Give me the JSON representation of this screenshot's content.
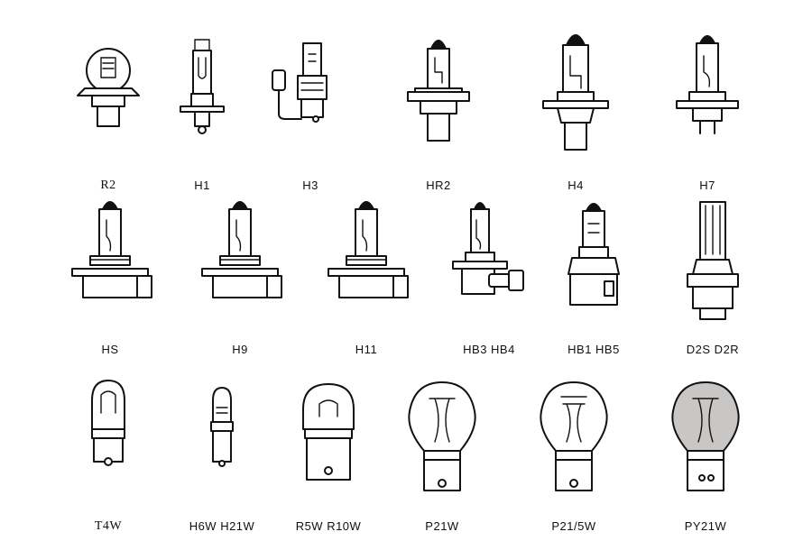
{
  "rows": [
    [
      {
        "id": "r2",
        "label": "R2",
        "icon": "r2-bulb-icon"
      },
      {
        "id": "h1",
        "label": "H1",
        "icon": "h1-bulb-icon"
      },
      {
        "id": "h3",
        "label": "H3",
        "icon": "h3-bulb-icon"
      },
      {
        "id": "hr2",
        "label": "HR2",
        "icon": "hr2-bulb-icon"
      },
      {
        "id": "h4",
        "label": "H4",
        "icon": "h4-bulb-icon"
      },
      {
        "id": "h7",
        "label": "H7",
        "icon": "h7-bulb-icon"
      }
    ],
    [
      {
        "id": "hs",
        "label": "HS",
        "icon": "hs-bulb-icon"
      },
      {
        "id": "h9",
        "label": "H9",
        "icon": "h9-bulb-icon"
      },
      {
        "id": "h11",
        "label": "H11",
        "icon": "h11-bulb-icon"
      },
      {
        "id": "hb3",
        "label": "HB3  HB4",
        "icon": "hb3-hb4-bulb-icon"
      },
      {
        "id": "hb1",
        "label": "HB1  HB5",
        "icon": "hb1-hb5-bulb-icon"
      },
      {
        "id": "d2s",
        "label": "D2S  D2R",
        "icon": "d2s-d2r-bulb-icon"
      }
    ],
    [
      {
        "id": "t4w",
        "label": "T4W",
        "icon": "t4w-bulb-icon"
      },
      {
        "id": "h6w",
        "label": "H6W  H21W",
        "icon": "h6w-h21w-bulb-icon"
      },
      {
        "id": "r5w",
        "label": "R5W  R10W",
        "icon": "r5w-r10w-bulb-icon"
      },
      {
        "id": "p21w",
        "label": "P21W",
        "icon": "p21w-bulb-icon"
      },
      {
        "id": "p215",
        "label": "P21/5W",
        "icon": "p21-5w-bulb-icon"
      },
      {
        "id": "py21",
        "label": "PY21W",
        "icon": "py21w-bulb-icon",
        "glass_color": "#c9c7c5"
      }
    ]
  ]
}
